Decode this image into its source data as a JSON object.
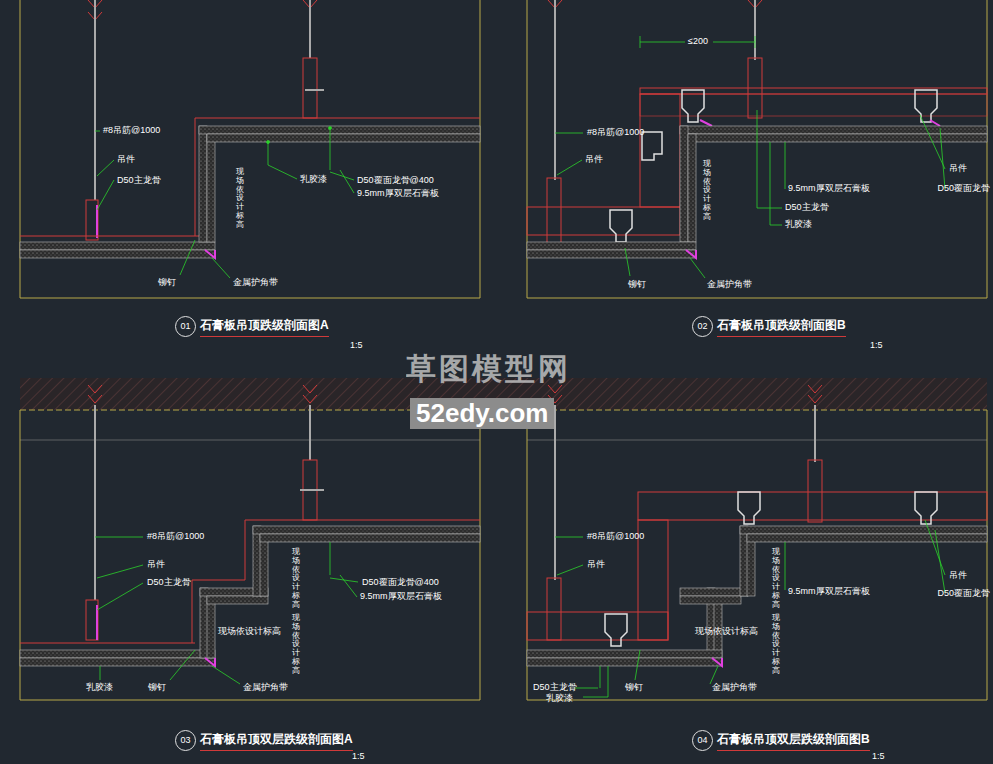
{
  "diagram": {
    "nodes": [
      {
        "text": [
          "01",
          "石膏板吊顶跌级剖面图A"
        ]
      },
      {
        "text": [
          "02",
          "石膏板吊顶跌级剖面图B"
        ]
      },
      {
        "text": [
          "03",
          "石膏板吊顶双层跌级剖面图A"
        ]
      },
      {
        "text": [
          "04",
          "石膏板吊顶双层跌级剖面图B"
        ]
      }
    ],
    "labels": [
      "#8吊筋@1000",
      "吊件",
      "D50主龙骨",
      "乳胶漆",
      "D50覆面龙骨@400",
      "9.5mm厚双层石膏板",
      "现场依设计标高",
      "铆钉",
      "金属护角带",
      "≤200",
      "#8吊筋@1000",
      "吊件",
      "D50主龙骨",
      "乳胶漆",
      "9.5mm厚双层石膏板",
      "吊件",
      "D50覆面龙骨",
      "现场依设计标高",
      "铆钉",
      "金属护角带",
      "#8吊筋@1000",
      "吊件",
      "D50主龙骨",
      "现场依设计标高",
      "现场依设计标高",
      "现场依设计标高",
      "D50覆面龙骨@400",
      "9.5mm厚双层石膏板",
      "乳胶漆",
      "铆钉",
      "金属护角带",
      "#8吊筋@1000",
      "吊件",
      "D50主龙骨",
      "乳胶漆",
      "铆钉",
      "金属护角带",
      "9.5mm厚双层石膏板",
      "吊件",
      "D50覆面龙骨",
      "现场依设计标高",
      "现场依设计标高",
      "现场依设计标高",
      "1:5",
      "1:5",
      "1:5",
      "1:5",
      "草图模型网",
      "52edy.com"
    ]
  }
}
